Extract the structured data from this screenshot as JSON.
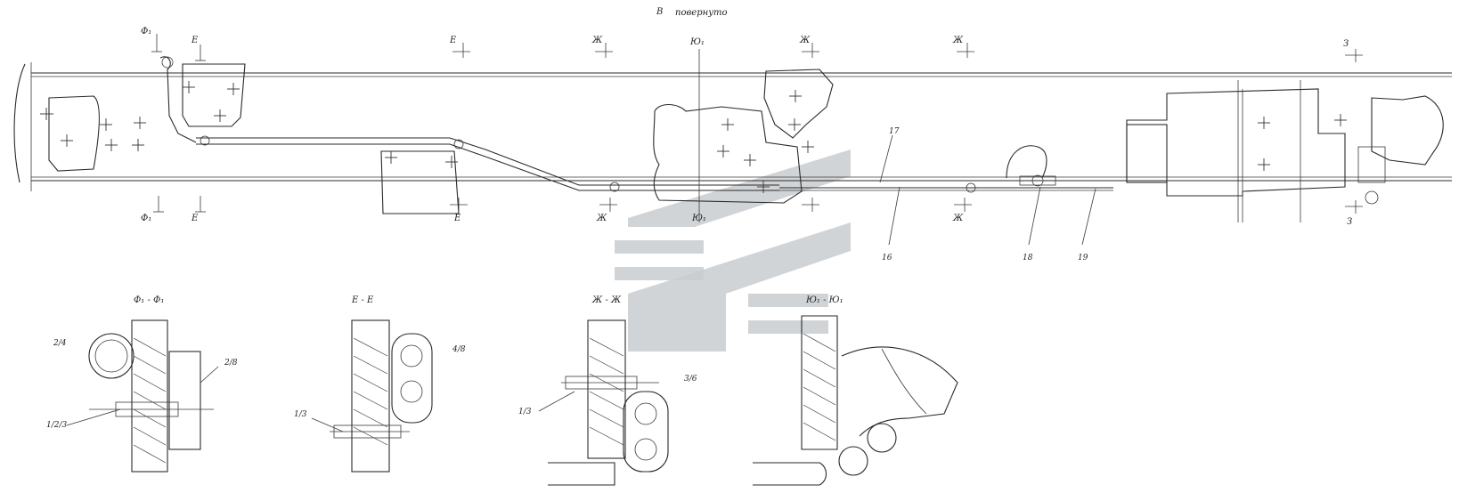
{
  "title": {
    "letter": "В",
    "note": "повернуто"
  },
  "top_labels": [
    {
      "id": "f1-top",
      "text": "Ф₁"
    },
    {
      "id": "e-top-left",
      "text": "Е"
    },
    {
      "id": "e-top-mid",
      "text": "Е"
    },
    {
      "id": "zh-top-1",
      "text": "Ж"
    },
    {
      "id": "yu1-top",
      "text": "Ю₁"
    },
    {
      "id": "zh-top-2",
      "text": "Ж"
    },
    {
      "id": "zh-top-3",
      "text": "Ж"
    },
    {
      "id": "z-top",
      "text": "З"
    }
  ],
  "bottom_labels": [
    {
      "id": "f1-bot",
      "text": "Ф₁"
    },
    {
      "id": "e-bot-left",
      "text": "Е"
    },
    {
      "id": "e-bot-mid",
      "text": "Е"
    },
    {
      "id": "zh-bot-1",
      "text": "Ж"
    },
    {
      "id": "yu1-bot",
      "text": "Ю₁"
    },
    {
      "id": "zh-bot-2",
      "text": "Ж"
    },
    {
      "id": "z-bot",
      "text": "З"
    }
  ],
  "part_numbers": [
    {
      "id": "pn-17-top",
      "text": "17"
    },
    {
      "id": "pn-16-bot",
      "text": "16"
    },
    {
      "id": "pn-18-bot",
      "text": "18"
    },
    {
      "id": "pn-19-bot",
      "text": "19"
    }
  ],
  "sections": [
    {
      "id": "section-f1",
      "title": "Ф₁ - Ф₁"
    },
    {
      "id": "section-e",
      "title": "Е - Е"
    },
    {
      "id": "section-zh",
      "title": "Ж - Ж"
    },
    {
      "id": "section-yu1",
      "title": "Ю₁ - Ю₁"
    }
  ],
  "section_callouts": [
    {
      "id": "f1-c1",
      "text": "2/4"
    },
    {
      "id": "f1-c2",
      "text": "2/8"
    },
    {
      "id": "f1-c3",
      "text": "1/2/3"
    },
    {
      "id": "e-c1",
      "text": "4/8"
    },
    {
      "id": "e-c2",
      "text": "1/3"
    },
    {
      "id": "zh-c1",
      "text": "3/6"
    },
    {
      "id": "zh-c2",
      "text": "1/3"
    }
  ],
  "watermark": {
    "color": "#c9cdd0"
  }
}
